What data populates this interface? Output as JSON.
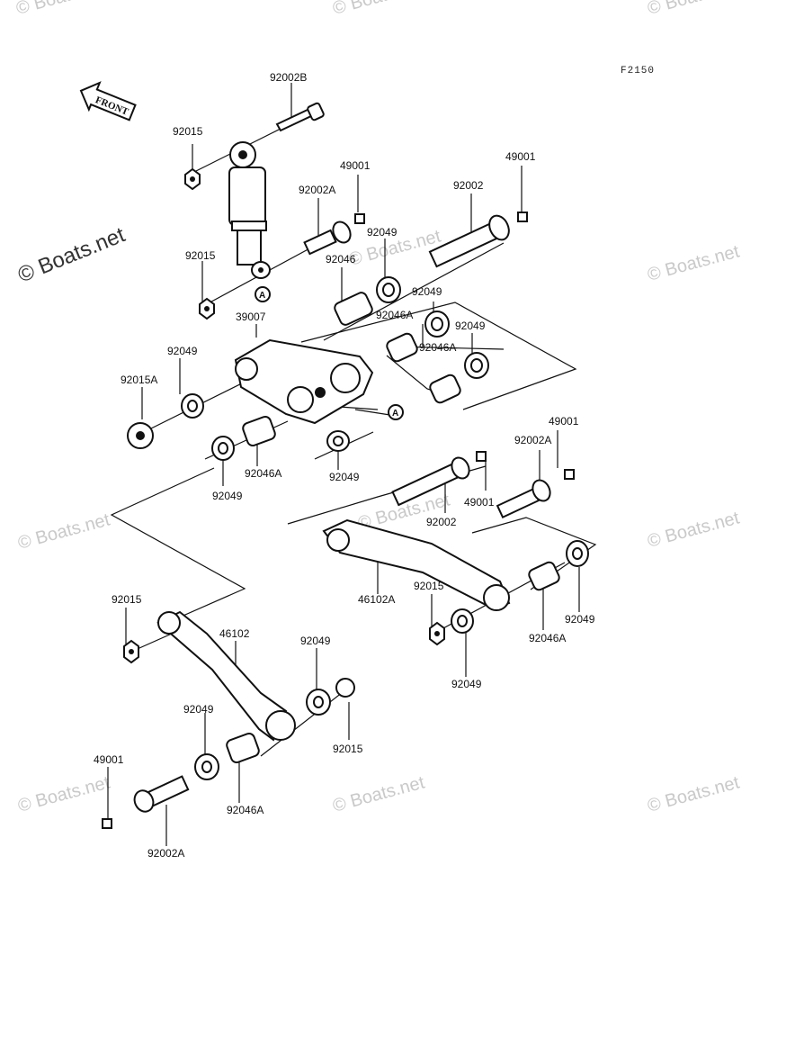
{
  "diagram": {
    "figure_ref": "F2150",
    "front_marker": "FRONT",
    "reference_markers": [
      "A",
      "A"
    ],
    "watermark_text": "© Boats.net",
    "parts": [
      "92002B",
      "92015",
      "49001",
      "92002A",
      "92002",
      "49001",
      "92049",
      "92015",
      "92046",
      "92049",
      "92046A",
      "39007",
      "92049",
      "92049",
      "92046A",
      "92015A",
      "92049",
      "92046A",
      "92049",
      "49001",
      "92002A",
      "49001",
      "92002",
      "46102A",
      "92015",
      "92046A",
      "92049",
      "92049",
      "92015",
      "46102",
      "92049",
      "92049",
      "92015",
      "49001",
      "92046A",
      "92002A"
    ]
  }
}
